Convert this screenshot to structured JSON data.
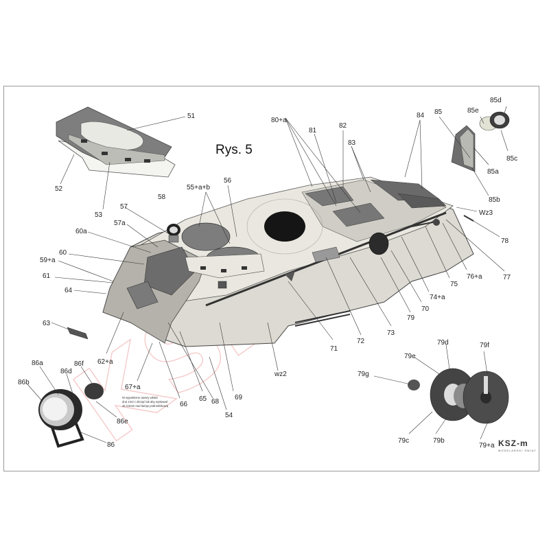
{
  "title": "Rys. 5",
  "watermark": "KSZM",
  "brand": {
    "logo": "KSZ-m",
    "subtitle": "MODELARSKI ŚWIAT"
  },
  "note": [
    "W wypełnione otwory wkleić",
    "drut 1mm i obciąć tak aby wystawał",
    "ok.3.5mm nad lampę podnośnikową"
  ],
  "colors": {
    "hull_light": "#e8e6de",
    "hull_shade": "#c9c7be",
    "hull_dark": "#8f8f8f",
    "part_dark": "#4a4a4a",
    "watermark": "#f2b8b8"
  },
  "labels": {
    "l51": "51",
    "l52": "52",
    "l53": "53",
    "l54": "54",
    "l55": "55+a+b",
    "l56": "56",
    "l57": "57",
    "l57a": "57a",
    "l58": "58",
    "l59": "59+a",
    "l60": "60",
    "l60a": "60a",
    "l61": "61",
    "l62": "62+a",
    "l63": "63",
    "l64": "64",
    "l65": "65",
    "l66": "66",
    "l67": "67+a",
    "l68": "68",
    "l69": "69",
    "l70": "70",
    "l71": "71",
    "l72": "72",
    "l73": "73",
    "l74": "74+a",
    "l75": "75",
    "l76": "76+a",
    "l77": "77",
    "l78": "78",
    "l79": "79",
    "l79a": "79+a",
    "l79b": "79b",
    "l79c": "79c",
    "l79d": "79d",
    "l79e": "79e",
    "l79f": "79f",
    "l79g": "79g",
    "l80": "80+a",
    "l81": "81",
    "l82": "82",
    "l83": "83",
    "l84": "84",
    "l85": "85",
    "l85a": "85a",
    "l85b": "85b",
    "l85c": "85c",
    "l85d": "85d",
    "l85e": "85e",
    "l86": "86",
    "l86a": "86a",
    "l86b": "86b",
    "l86d": "86d",
    "l86e": "86e",
    "l86f": "86f",
    "wz2": "wz2",
    "wz3": "Wz3"
  }
}
